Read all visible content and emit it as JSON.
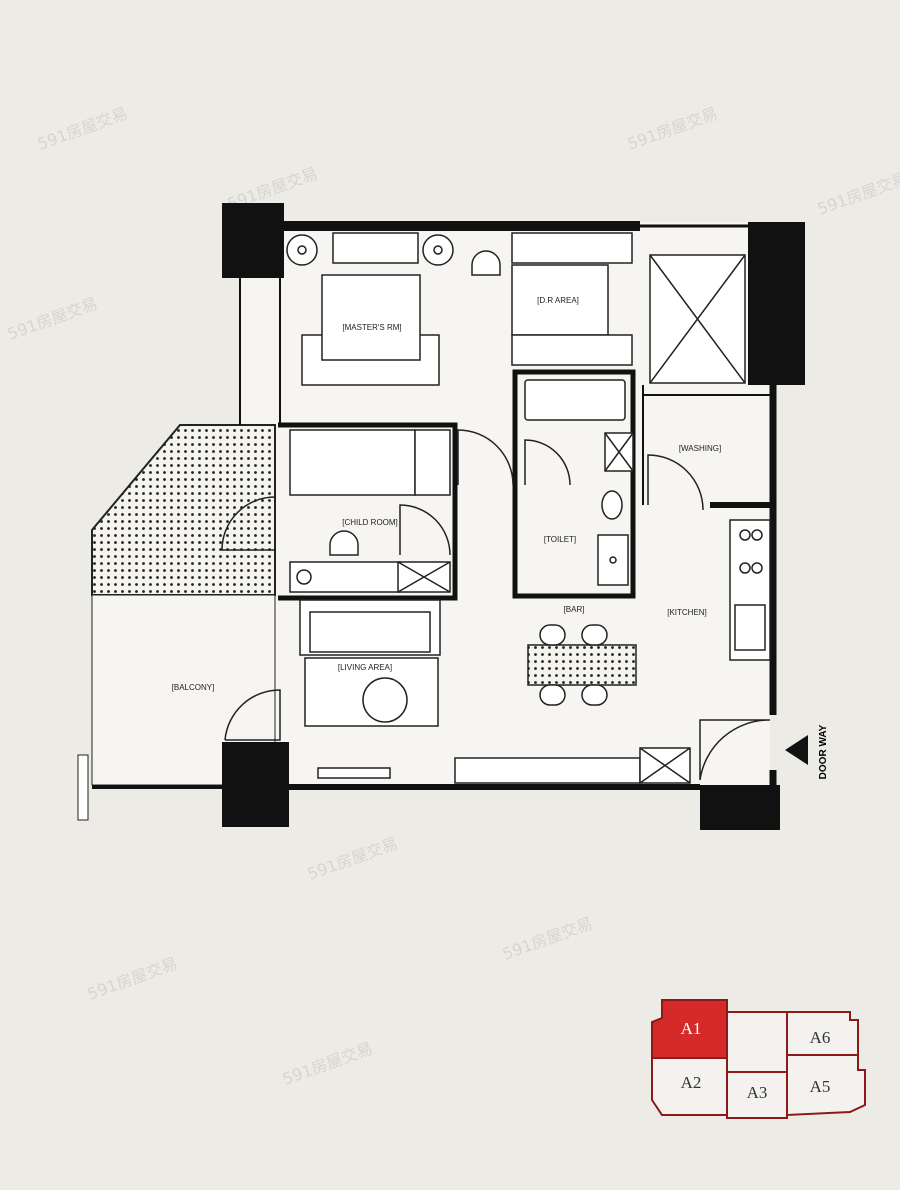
{
  "rooms": {
    "masters": "[MASTER'S RM]",
    "dr_area": "[D.R AREA]",
    "child": "[CHILD ROOM]",
    "toilet": "[TOILET]",
    "washing": "[WASHING]",
    "bar": "[BAR]",
    "kitchen": "[KITCHEN]",
    "living": "[LIVING AREA]",
    "balcony": "[BALCONY]"
  },
  "door_way": "DOOR WAY",
  "key_plan": {
    "units": [
      "A1",
      "A2",
      "A3",
      "A5",
      "A6"
    ],
    "highlighted": "A1",
    "highlight_color": "#d42a2a",
    "outline_color": "#8b1a1a"
  },
  "watermark": "591房屋交易"
}
